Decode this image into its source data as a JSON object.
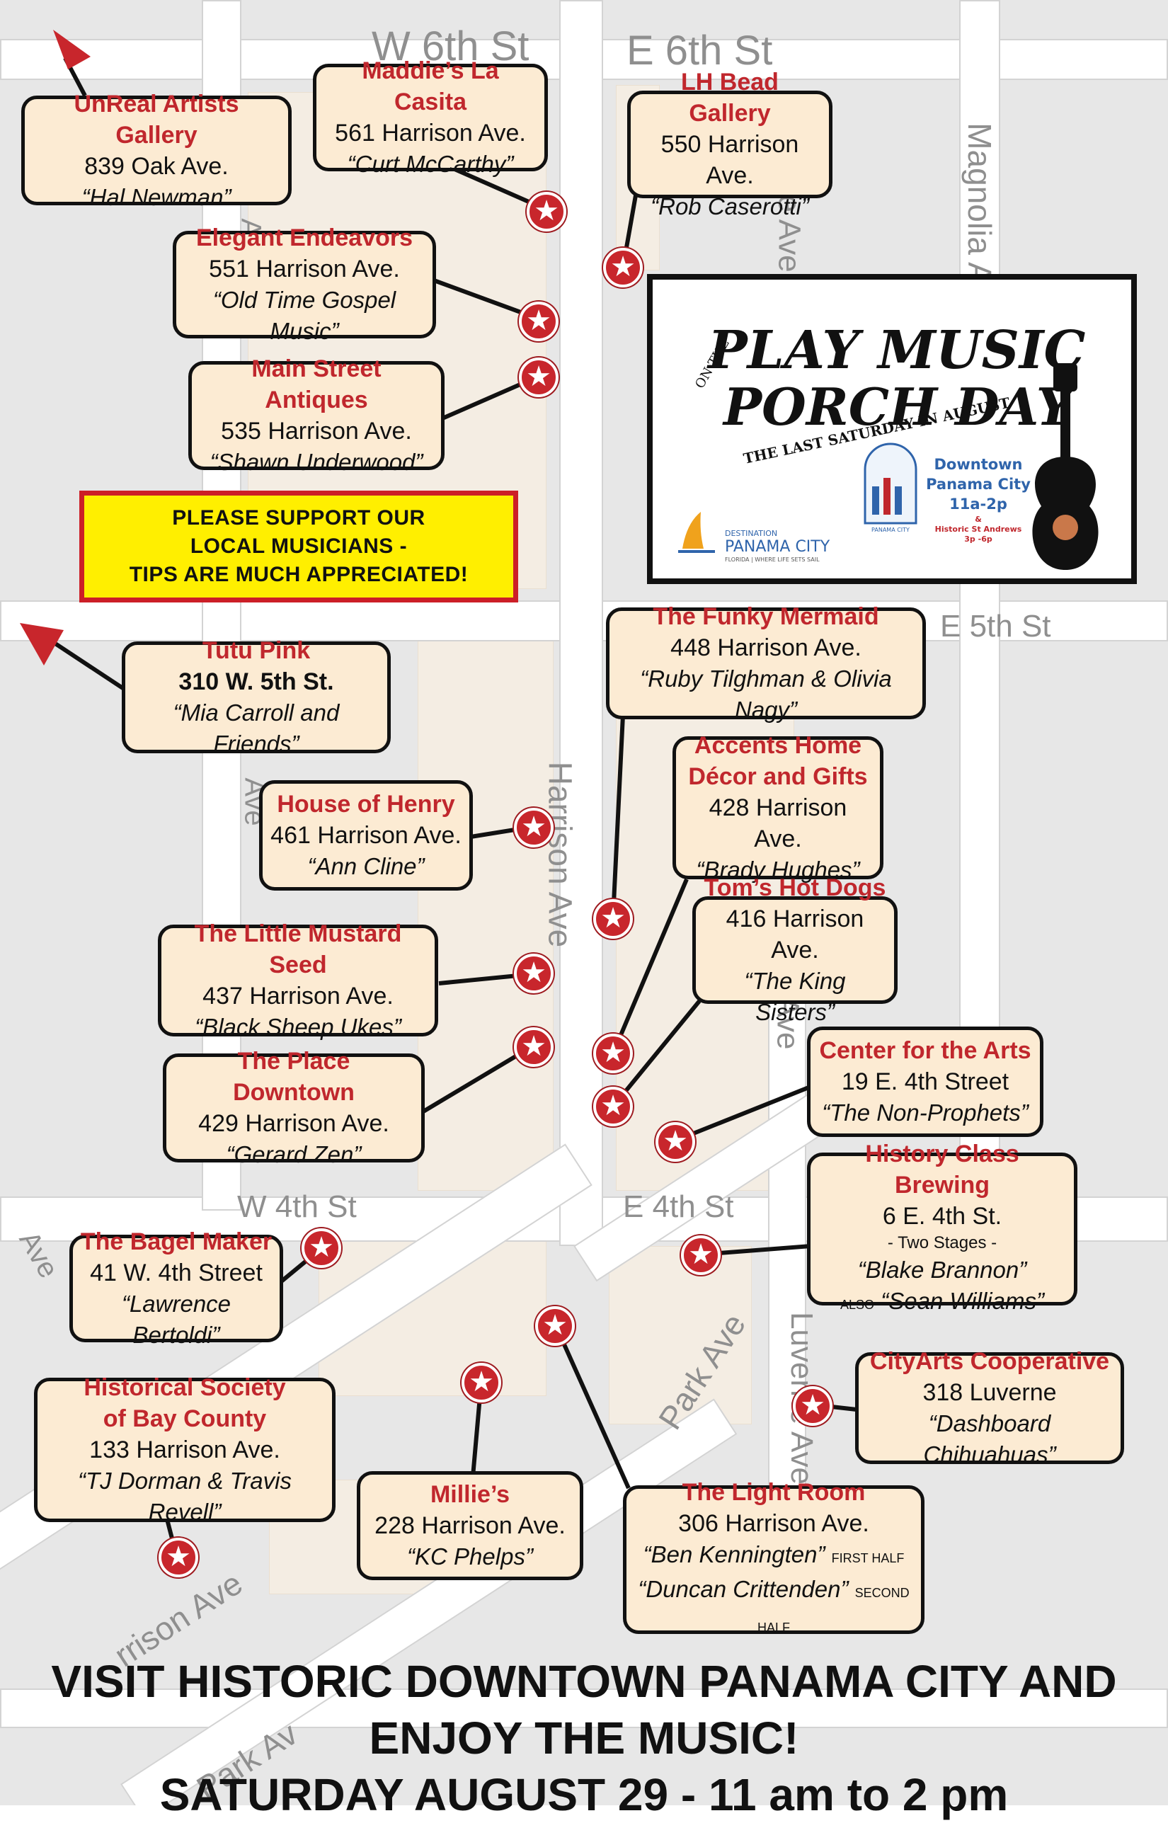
{
  "logo": {
    "line1": "PLAY MUSIC",
    "on_the": "ON THE",
    "line2": "PORCH DAY",
    "tagline": "THE LAST SATURDAY IN AUGUST",
    "sponsor_name": "PANAMA CITY",
    "sponsor_prefix": "DESTINATION",
    "sponsor_sub": "FLORIDA  |  WHERE LIFE SETS SAIL",
    "seal_text": "PANAMA CITY",
    "event_lines": [
      "Downtown",
      "Panama City",
      "11a-2p",
      "&",
      "Historic St Andrews",
      "3p -6p"
    ]
  },
  "support_banner": [
    "PLEASE SUPPORT OUR",
    "LOCAL MUSICIANS -",
    "TIPS ARE MUCH APPRECIATED!"
  ],
  "streets": {
    "w6th": "W 6th St",
    "e6th": "E 6th St",
    "e5th": "E 5th St",
    "w4th": "W 4th St",
    "e4th": "E 4th St",
    "harrison": "Harrison Ave",
    "magnolia": "Magnolia A",
    "luverne": "Luverne Ave",
    "park": "Park Ave",
    "park2": "Park Av",
    "harrison_sw": "rrison Ave",
    "ave_left1": "Ave",
    "ave_left2": "Ave",
    "ave_right": "e Ave",
    "ave_mid": "Ave",
    "ave_sw": "Ave"
  },
  "venues": [
    {
      "name": "UnReal Artists Gallery",
      "address": "839 Oak Ave.",
      "performer": "“Hal Newman”"
    },
    {
      "name": "Maddie’s La Casita",
      "address": "561 Harrison Ave.",
      "performer": "“Curt McCarthy”"
    },
    {
      "name": "LH Bead Gallery",
      "address": "550 Harrison Ave.",
      "performer": "“Rob Caserotti”"
    },
    {
      "name": "Elegant Endeavors",
      "address": "551 Harrison Ave.",
      "performer": "“Old Time Gospel Music”"
    },
    {
      "name": "Main Street Antiques",
      "address": "535 Harrison Ave.",
      "performer": "“Shawn Underwood”"
    },
    {
      "name": "Tutu Pink",
      "address": "310 W. 5th St.",
      "performer": "“Mia Carroll and Friends”"
    },
    {
      "name": "The Funky Mermaid",
      "address": "448 Harrison Ave.",
      "performer": "“Ruby Tilghman & Olivia Nagy”"
    },
    {
      "name": "House of Henry",
      "address": "461 Harrison Ave.",
      "performer": "“Ann Cline”"
    },
    {
      "name_lines": [
        "Accents Home",
        "Décor and Gifts"
      ],
      "address": "428 Harrison Ave.",
      "performer": "“Brady Hughes”"
    },
    {
      "name": "The Little Mustard Seed",
      "address": "437 Harrison Ave.",
      "performer": "“Black Sheep Ukes”"
    },
    {
      "name": "Tom’s Hot Dogs",
      "address": "416 Harrison Ave.",
      "performer": "“The King Sisters”"
    },
    {
      "name": "The Place Downtown",
      "address": "429 Harrison Ave.",
      "performer": "“Gerard Zen”"
    },
    {
      "name": "Center for the Arts",
      "address": "19 E. 4th Street",
      "performer": "“The Non-Prophets”"
    },
    {
      "name": "History Class Brewing",
      "address": "6 E. 4th St.",
      "note": "- Two Stages -",
      "performer": "“Blake Brannon”",
      "also": "ALSO",
      "performer2": "“Sean Williams”"
    },
    {
      "name": "The Bagel Maker",
      "address": "41 W. 4th Street",
      "performer": "“Lawrence Bertoldi”"
    },
    {
      "name": "CityArts Cooperative",
      "address": "318 Luverne",
      "performer": "“Dashboard Chihuahuas”"
    },
    {
      "name_lines": [
        "Historical Society",
        "of Bay County"
      ],
      "address": "133 Harrison Ave.",
      "performer": "“TJ Dorman & Travis Revell”"
    },
    {
      "name": "Millie’s",
      "address": "228 Harrison Ave.",
      "performer": "“KC Phelps”"
    },
    {
      "name": "The Light Room",
      "address": "306 Harrison Ave.",
      "performer": "“Ben Kenningten”",
      "tag1": "FIRST HALF",
      "performer2": "“Duncan Crittenden”",
      "tag2": "SECOND HALF"
    }
  ],
  "footer": [
    "VISIT HISTORIC DOWNTOWN PANAMA CITY AND ENJOY THE MUSIC!",
    "SATURDAY AUGUST 29 - 11 am to 2 pm"
  ]
}
